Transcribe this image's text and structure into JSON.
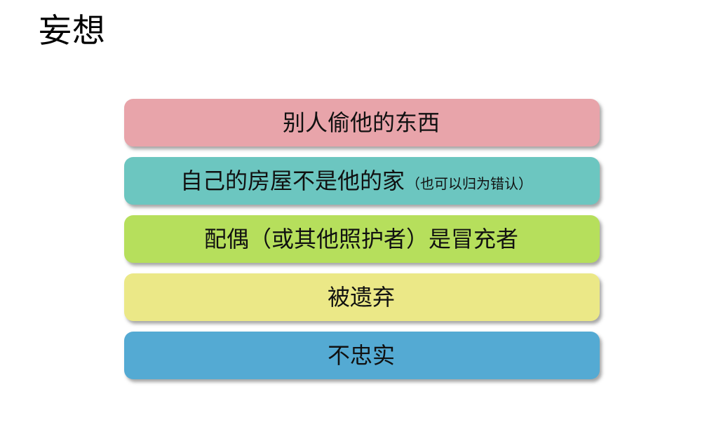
{
  "slide": {
    "title": "妄想",
    "background_color": "#FFFFFF",
    "title_color": "#000000"
  },
  "items": [
    {
      "text": "别人偷他的东西",
      "note": "",
      "color": "#E8A4AA"
    },
    {
      "text": "自己的房屋不是他的家",
      "note": "（也可以归为错认）",
      "color": "#6CC6C0"
    },
    {
      "text": "配偶（或其他照护者）是冒充者",
      "note": "",
      "color": "#B6DF5C"
    },
    {
      "text": "被遗弃",
      "note": "",
      "color": "#EBE887"
    },
    {
      "text": "不忠实",
      "note": "",
      "color": "#54AAD3"
    }
  ]
}
